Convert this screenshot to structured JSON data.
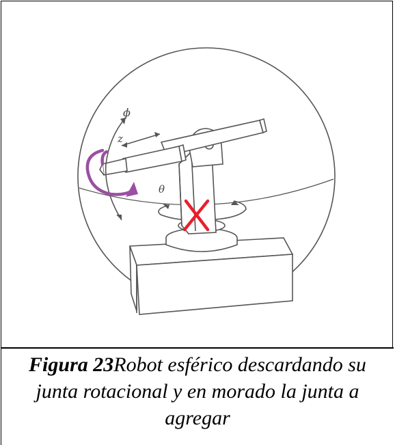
{
  "figure": {
    "labels": {
      "phi": "ϕ",
      "z": "z",
      "theta": "θ"
    },
    "colors": {
      "line": "#555555",
      "purple": "#9b4fa3",
      "red": "#e8202a"
    },
    "icons": {
      "discard": "x-mark-icon",
      "rotation": "rotation-arrow-icon"
    }
  },
  "caption": {
    "label": "Figura 23",
    "text": "Robot esférico descardando su junta rotacional y en morado la junta a agregar"
  }
}
